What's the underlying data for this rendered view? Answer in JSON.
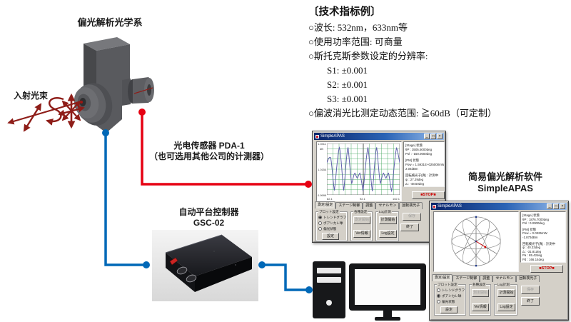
{
  "colors": {
    "connector_red": "#e60012",
    "connector_blue": "#0068b7",
    "beam_dark_red": "#8e1d18",
    "window_titlebar_blue": "#0a246a",
    "window_chrome_gray": "#d4d0c8",
    "stop_red": "#cc0000",
    "grid_green": "#3fa45c",
    "waveform_purple": "#5c5caa"
  },
  "diagram": {
    "optical_system_label": "偏光解析光学系",
    "incident_beam_label": "入射光束",
    "sensor_label_1": "光电传感器 PDA-1",
    "sensor_label_2": "（也可选用其他公司的计测器）",
    "controller_label_1": "自动平台控制器",
    "controller_label_2": "GSC-02",
    "software_label_1": "简易偏光解析软件",
    "software_label_2": "SimpleAPAS"
  },
  "specs": {
    "title": "〔技术指标例〕",
    "item_wavelength": "○波长: 532nm，633nm等",
    "item_power": "○使用功率范围: 可商量",
    "item_stokes": "○斯托克斯参数设定的分辨率:",
    "item_s1": "S1: ±0.001",
    "item_s2": "S2: ±0.001",
    "item_s3": "S3: ±0.001",
    "item_extinction": "○偏波消光比测定动态范围: ≧60dB（可定制）"
  },
  "winc": {
    "window_title": "SimpleAPAS",
    "stop_label": "■STOP■",
    "chrome": {
      "minimize": "_",
      "maximize": "□",
      "close": "×"
    },
    "tabs": [
      "測定/設定",
      "ステージ制御",
      "調整",
      "セナルモン",
      "回転検光子"
    ],
    "plot_group": "プロット設定",
    "radio_trend": "トレンドグラフ",
    "radio_poincare": "ポアンカレ球",
    "radio_polstate": "偏光状態",
    "settings_button": "設定",
    "misc_group": "各種設定",
    "measure_button": "測定開始",
    "ver_button": "Ver情報",
    "log_group": "Log計測",
    "log_start_button": "計測開始",
    "log_set_button": "Log設定",
    "save_button": "保存",
    "exit_button": "終了"
  },
  "win1": {
    "graph": {
      "y_max": "1.0311",
      "y_unit": "dB",
      "y_mid": "1.0154",
      "y_min": "0.9999",
      "x_ticks": [
        "82.1",
        "92.1",
        "102.1"
      ]
    },
    "info_lines": [
      "[Stage] 状態",
      "θP : 3505.5000deg",
      "Pol : -150.0000deg",
      "[PM] 状態",
      "Pow = 1.5931E+025000mW",
      "2.04dBm",
      "回転検光子(真) : 計測中",
      "ψ : 27.29deg",
      "Δ : -48.50deg"
    ]
  },
  "win2": {
    "info_lines": [
      "[Stage] 状態",
      "θP : 1876.7000deg",
      "Pol : 0.0000deg",
      "[PM] 状態",
      "Pow = 0.0325mW",
      "-1.873dBm",
      "回転検光子(真) : 計測中",
      "ψ : 40.33deg",
      "Δ : -31.81deg",
      "Pa : 85.42deg",
      "Pd : 166.14deg"
    ]
  }
}
